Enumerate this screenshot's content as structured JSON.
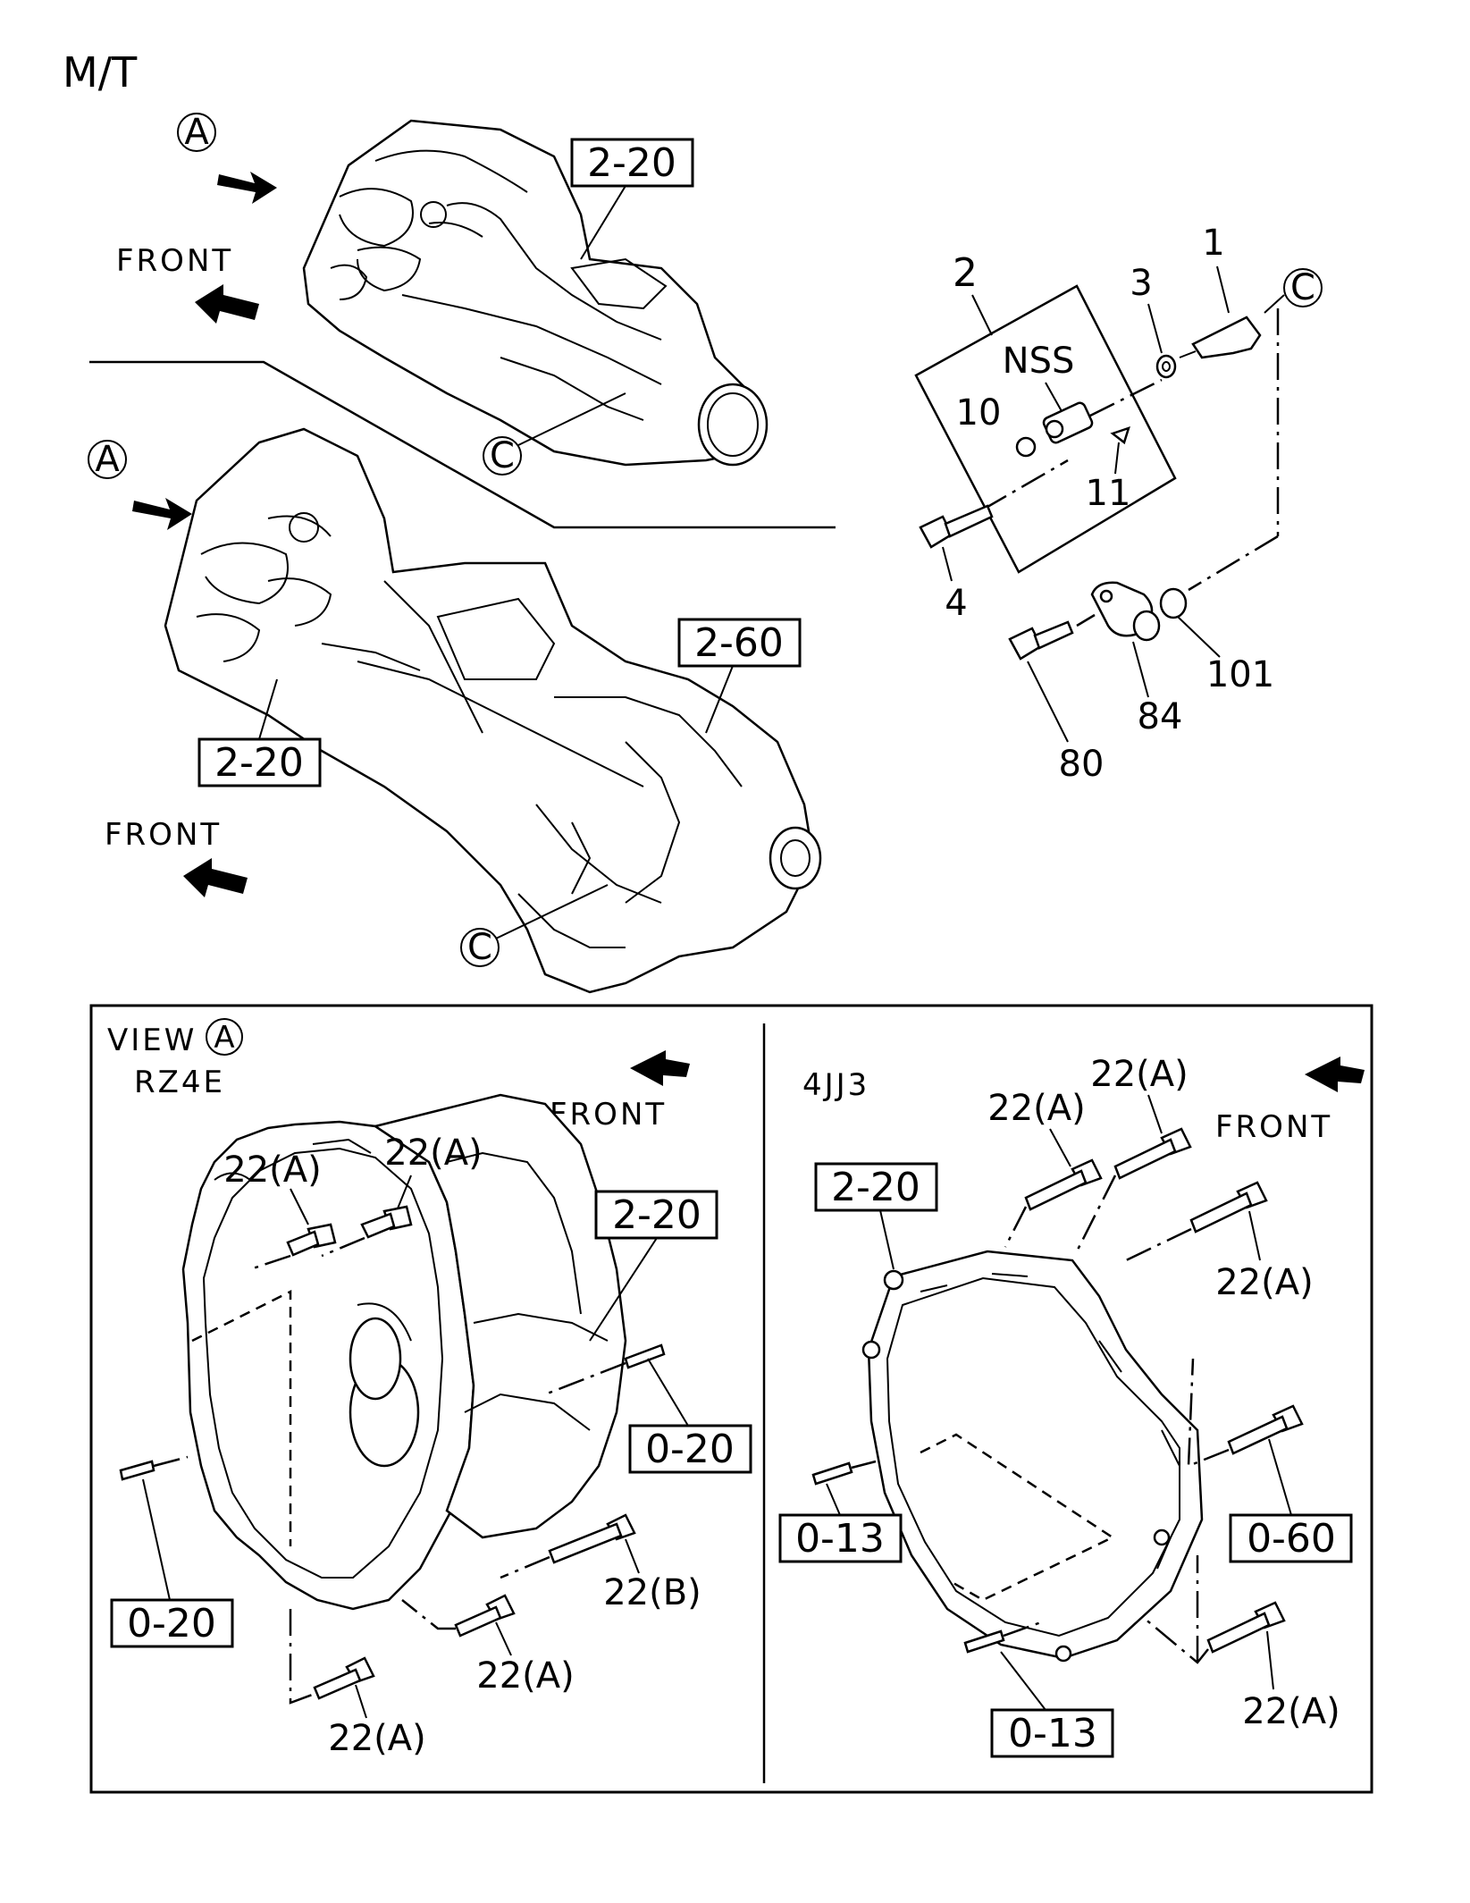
{
  "title": "M/T",
  "front_label": "FRONT",
  "circle_a": "A",
  "circle_c": "C",
  "refs": {
    "r220": "2-20",
    "r260": "2-60",
    "r020": "0-20",
    "r013": "0-13",
    "r060": "0-60"
  },
  "parts": {
    "p1": "1",
    "p2": "2",
    "p3": "3",
    "p4": "4",
    "p10": "10",
    "p11": "11",
    "p80": "80",
    "p84": "84",
    "p101": "101",
    "nss": "NSS",
    "p22a": "22(A)",
    "p22b": "22(B)"
  },
  "view": {
    "heading": "VIEW",
    "left_model": "RZ4E",
    "right_model": "4JJ3"
  }
}
